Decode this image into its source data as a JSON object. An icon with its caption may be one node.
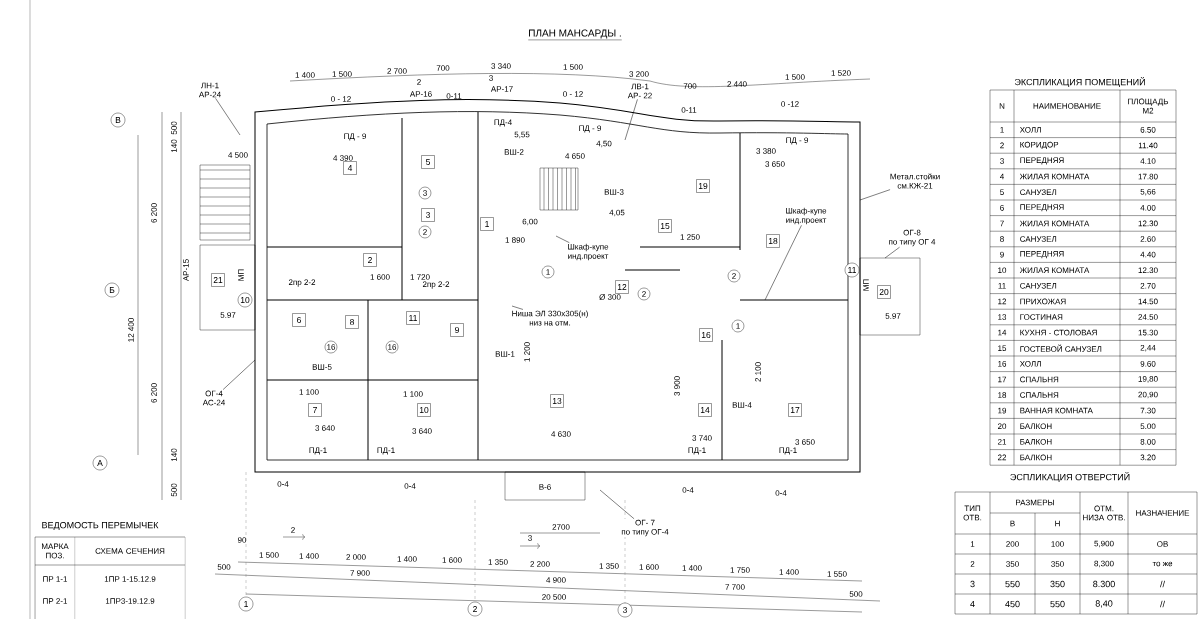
{
  "diagram": {
    "title": "ПЛАН МАНСАРДЫ .",
    "nodes": [
      {
        "text": [
          "4"
        ]
      },
      {
        "text": [
          "5"
        ]
      },
      {
        "text": [
          "1"
        ]
      },
      {
        "text": [
          "3"
        ]
      },
      {
        "text": [
          "2"
        ]
      },
      {
        "text": [
          "19"
        ]
      },
      {
        "text": [
          "15"
        ]
      },
      {
        "text": [
          "18"
        ]
      },
      {
        "text": [
          "12"
        ]
      },
      {
        "text": [
          "21"
        ]
      },
      {
        "text": [
          "20"
        ]
      },
      {
        "text": [
          "6"
        ]
      },
      {
        "text": [
          "8"
        ]
      },
      {
        "text": [
          "11"
        ]
      },
      {
        "text": [
          "9"
        ]
      },
      {
        "text": [
          "16"
        ]
      },
      {
        "text": [
          "7"
        ]
      },
      {
        "text": [
          "10"
        ]
      },
      {
        "text": [
          "13"
        ]
      },
      {
        "text": [
          "14"
        ]
      },
      {
        "text": [
          "17"
        ]
      },
      {
        "text": [
          "В"
        ]
      },
      {
        "text": [
          "Б"
        ]
      },
      {
        "text": [
          "А"
        ]
      },
      {
        "text": [
          "10"
        ]
      },
      {
        "text": [
          "11"
        ]
      },
      {
        "text": [
          "1"
        ]
      },
      {
        "text": [
          "2"
        ]
      },
      {
        "text": [
          "3"
        ]
      },
      {
        "text": [
          "3"
        ]
      },
      {
        "text": [
          "2"
        ]
      },
      {
        "text": [
          "1"
        ]
      },
      {
        "text": [
          "2"
        ]
      },
      {
        "text": [
          "2"
        ]
      },
      {
        "text": [
          "1"
        ]
      },
      {
        "text": [
          "16"
        ]
      },
      {
        "text": [
          "16"
        ]
      },
      {
        "text": [
          "ЛН-1",
          "АР-24"
        ]
      },
      {
        "text": [
          "ЛВ-1",
          "АР- 22"
        ]
      },
      {
        "text": [
          "ОГ-4",
          "АС-24"
        ]
      },
      {
        "text": [
          "Метал.стойки",
          "см.КЖ-21"
        ]
      },
      {
        "text": [
          "ОГ-8",
          "по типу ОГ 4"
        ]
      },
      {
        "text": [
          "Шкаф-купе",
          "инд.проект"
        ]
      },
      {
        "text": [
          "Шкаф-купе",
          "инд.проект"
        ]
      },
      {
        "text": [
          "Ниша ЭЛ 330x305(н)",
          "низ на отм."
        ]
      },
      {
        "text": [
          "ОГ- 7",
          "по типу ОГ-4"
        ]
      }
    ],
    "edges": [
      {
        "from": 37,
        "to": null,
        "arrow": "none"
      },
      {
        "from": 38,
        "to": null,
        "arrow": "none"
      },
      {
        "from": 39,
        "to": null,
        "arrow": "none"
      },
      {
        "from": 40,
        "to": null,
        "arrow": "none"
      },
      {
        "from": 41,
        "to": null,
        "arrow": "none"
      },
      {
        "from": 42,
        "to": null,
        "arrow": "none"
      },
      {
        "from": 43,
        "to": null,
        "arrow": "none"
      },
      {
        "from": 44,
        "to": null,
        "arrow": "none"
      },
      {
        "from": 45,
        "to": null,
        "arrow": "none"
      }
    ],
    "labels": [
      "1 400",
      "1 500",
      "2 700",
      "700",
      "3 340",
      "1 500",
      "3 200",
      "700",
      "2 440",
      "1 500",
      "1 520",
      "2",
      "АР-16",
      "3",
      "АР-17",
      "0 - 12",
      "0-11",
      "0 - 12",
      "0-11",
      "0 -12",
      "500",
      "140",
      "6 200",
      "12 400",
      "6 200",
      "140",
      "500",
      "4 500",
      "МП",
      "МП",
      "АР-15",
      "5.97",
      "5.97",
      "ПД - 9",
      "ПД-4",
      "ПД - 9",
      "ПД - 9",
      "4 390",
      "5,55",
      "4 650",
      "4,50",
      "3 380",
      "3 650",
      "ВШ-2",
      "ВШ-3",
      "6,00",
      "4,05",
      "1 890",
      "1 250",
      "1 600",
      "1 720",
      "2пр 2-2",
      "2пр 2-2",
      "Ø 300",
      "ВШ-5",
      "ВШ-1",
      "1 200",
      "ВШ-4",
      "3 900",
      "2 100",
      "1 100",
      "1 100",
      "3 640",
      "3 640",
      "4 630",
      "3 740",
      "3 650",
      "ПД-1",
      "ПД-1",
      "ПД-1",
      "ПД-1",
      "0-4",
      "0-4",
      "0-4",
      "0-4",
      "В-6",
      "90",
      "2",
      "2700",
      "3",
      "1 500",
      "1 400",
      "2 000",
      "1 400",
      "1 600",
      "1 350",
      "2 200",
      "1 350",
      "1 600",
      "1 400",
      "1 750",
      "1 400",
      "1 550",
      "500",
      "7 900",
      "4 900",
      "7 700",
      "500",
      "20 500",
      "ЭКСПЛИКАЦИЯ ПОМЕЩЕНИЙ",
      "N",
      "НАИМЕНОВАНИЕ",
      "ПЛОЩАДЬ М2",
      "1",
      "ХОЛЛ",
      "6.50",
      "2",
      "КОРИДОР",
      "11.40",
      "3",
      "ПЕРЕДНЯЯ",
      "4.10",
      "4",
      "ЖИЛАЯ КОМНАТА",
      "17.80",
      "5",
      "САНУЗЕЛ",
      "5,66",
      "6",
      "ПЕРЕДНЯЯ",
      "4.00",
      "7",
      "ЖИЛАЯ КОМНАТА",
      "12.30",
      "8",
      "САНУЗЕЛ",
      "2.60",
      "9",
      "ПЕРЕДНЯЯ",
      "4.40",
      "10",
      "ЖИЛАЯ КОМНАТА",
      "12.30",
      "11",
      "САНУЗЕЛ",
      "2.70",
      "12",
      "ПРИХОЖАЯ",
      "14.50",
      "13",
      "ГОСТИНАЯ",
      "24.50",
      "14",
      "КУХНЯ - СТОЛОВАЯ",
      "15.30",
      "15",
      "ГОСТЕВОЙ САНУЗЕЛ",
      "2,44",
      "16",
      "ХОЛЛ",
      "9.60",
      "17",
      "СПАЛЬНЯ",
      "19,80",
      "18",
      "СПАЛЬНЯ",
      "20,90",
      "19",
      "ВАННАЯ КОМНАТА",
      "7.30",
      "20",
      "БАЛКОН",
      "5.00",
      "21",
      "БАЛКОН",
      "8.00",
      "22",
      "БАЛКОН",
      "3.20",
      "ЭСПЛИКАЦИЯ ОТВЕРСТИЙ",
      "ТИП ОТВ.",
      "РАЗМЕРЫ",
      "В",
      "Н",
      "ОТМ. НИЗА ОТВ.",
      "НАЗНАЧЕНИЕ",
      "1",
      "200",
      "100",
      "5,900",
      "ОВ",
      "2",
      "350",
      "350",
      "8,300",
      "то же",
      "3",
      "550",
      "350",
      "8.300",
      "//",
      "4",
      "450",
      "550",
      "8,40",
      "//",
      "ВЕДОМОСТЬ ПЕРЕМЫЧЕК",
      "МАРКА ПОЗ.",
      "СХЕМА СЕЧЕНИЯ",
      "ПР 1-1",
      "1ПР 1-15.12.9",
      "ПР 2-1",
      "1ПР3-19.12.9"
    ]
  }
}
